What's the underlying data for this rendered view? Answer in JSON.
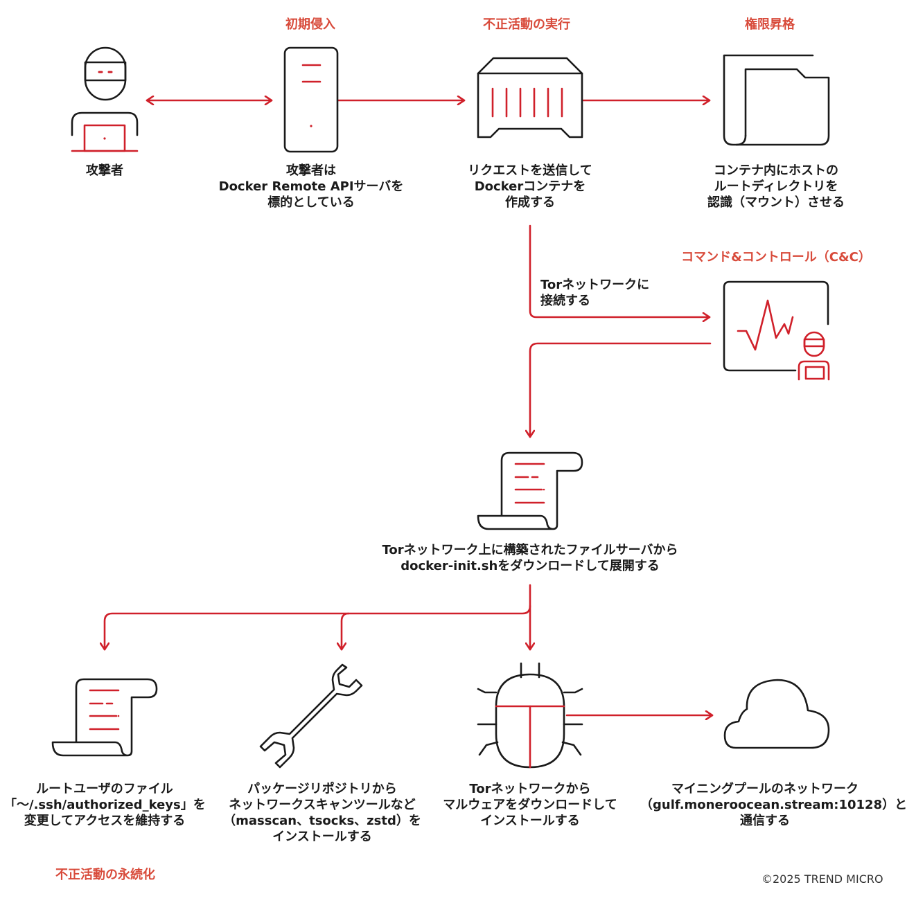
{
  "stages": {
    "initial_access": "初期侵入",
    "execution": "不正活動の実行",
    "privilege_escalation": "権限昇格",
    "c2": "コマンド&コントロール（C&C）",
    "persistence": "不正活動の永続化"
  },
  "nodes": {
    "attacker": [
      "攻撃者"
    ],
    "server": [
      "攻撃者は",
      "Docker Remote APIサーバを",
      "標的としている"
    ],
    "container": [
      "リクエストを送信して",
      "Dockerコンテナを",
      "作成する"
    ],
    "mount": [
      "コンテナ内にホストの",
      "ルートディレクトリを",
      "認識（マウント）させる"
    ],
    "tor_connect": [
      "Torネットワークに",
      "接続する"
    ],
    "script": [
      "Torネットワーク上に構築されたファイルサーバから",
      "docker-init.shをダウンロードして展開する"
    ],
    "ssh_keys": [
      "ルートユーザのファイル",
      "「～/.ssh/authorized_keys」を",
      "変更してアクセスを維持する"
    ],
    "tools": [
      "パッケージリポジトリから",
      "ネットワークスキャンツールなど",
      "（masscan、tsocks、zstd）を",
      "インストールする"
    ],
    "malware": [
      "Torネットワークから",
      "マルウェアをダウンロードして",
      "インストールする"
    ],
    "pool": [
      "マイニングプールのネットワーク",
      "（gulf.moneroocean.stream:10128）と",
      "通信する"
    ]
  },
  "copyright": "©2025 TREND MICRO",
  "colors": {
    "accent": "#d0202a",
    "stage": "#d84a3a",
    "ink": "#1a1a1a"
  },
  "icons": {
    "attacker": "hacker-icon",
    "server": "server-icon",
    "container": "container-icon",
    "mount": "folder-icon",
    "c2": "monitor-hacker-icon",
    "script": "scroll-icon",
    "ssh_keys": "scroll-icon",
    "tools": "wrench-icon",
    "malware": "bug-icon",
    "pool": "cloud-icon"
  }
}
